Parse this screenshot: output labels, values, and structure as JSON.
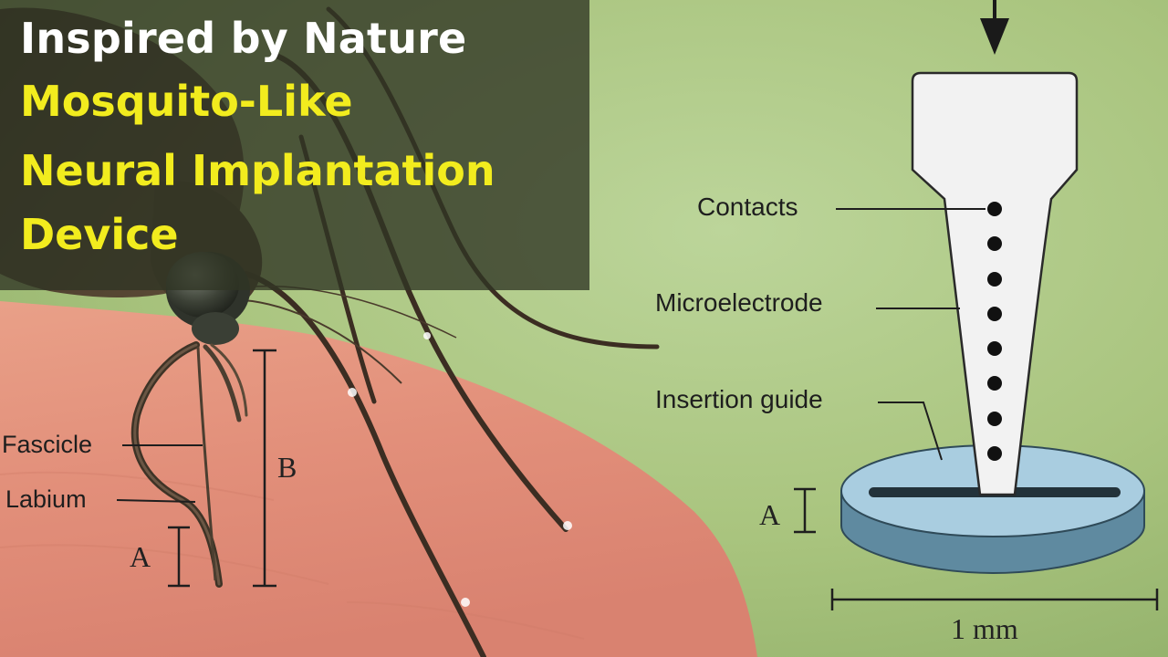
{
  "title": {
    "line1": "Inspired by Nature",
    "line2": "Mosquito-Like",
    "line3": "Neural Implantation",
    "line4": "Device"
  },
  "mosquito_diagram": {
    "fascicle_label": "Fascicle",
    "labium_label": "Labium",
    "dim_a_label": "A",
    "dim_b_label": "B"
  },
  "device_diagram": {
    "contacts_label": "Contacts",
    "microelectrode_label": "Microelectrode",
    "insertion_guide_label": "Insertion guide",
    "dim_a_label": "A",
    "scale_label": "1 mm"
  },
  "colors": {
    "title_white": "#ffffff",
    "title_yellow": "#f2ec1e",
    "electrode_fill": "#f2f2f2",
    "guide_top": "#a9cde0",
    "guide_side": "#5f8aa0",
    "background_green": "#a6c27a",
    "skin": "#e4907e"
  }
}
